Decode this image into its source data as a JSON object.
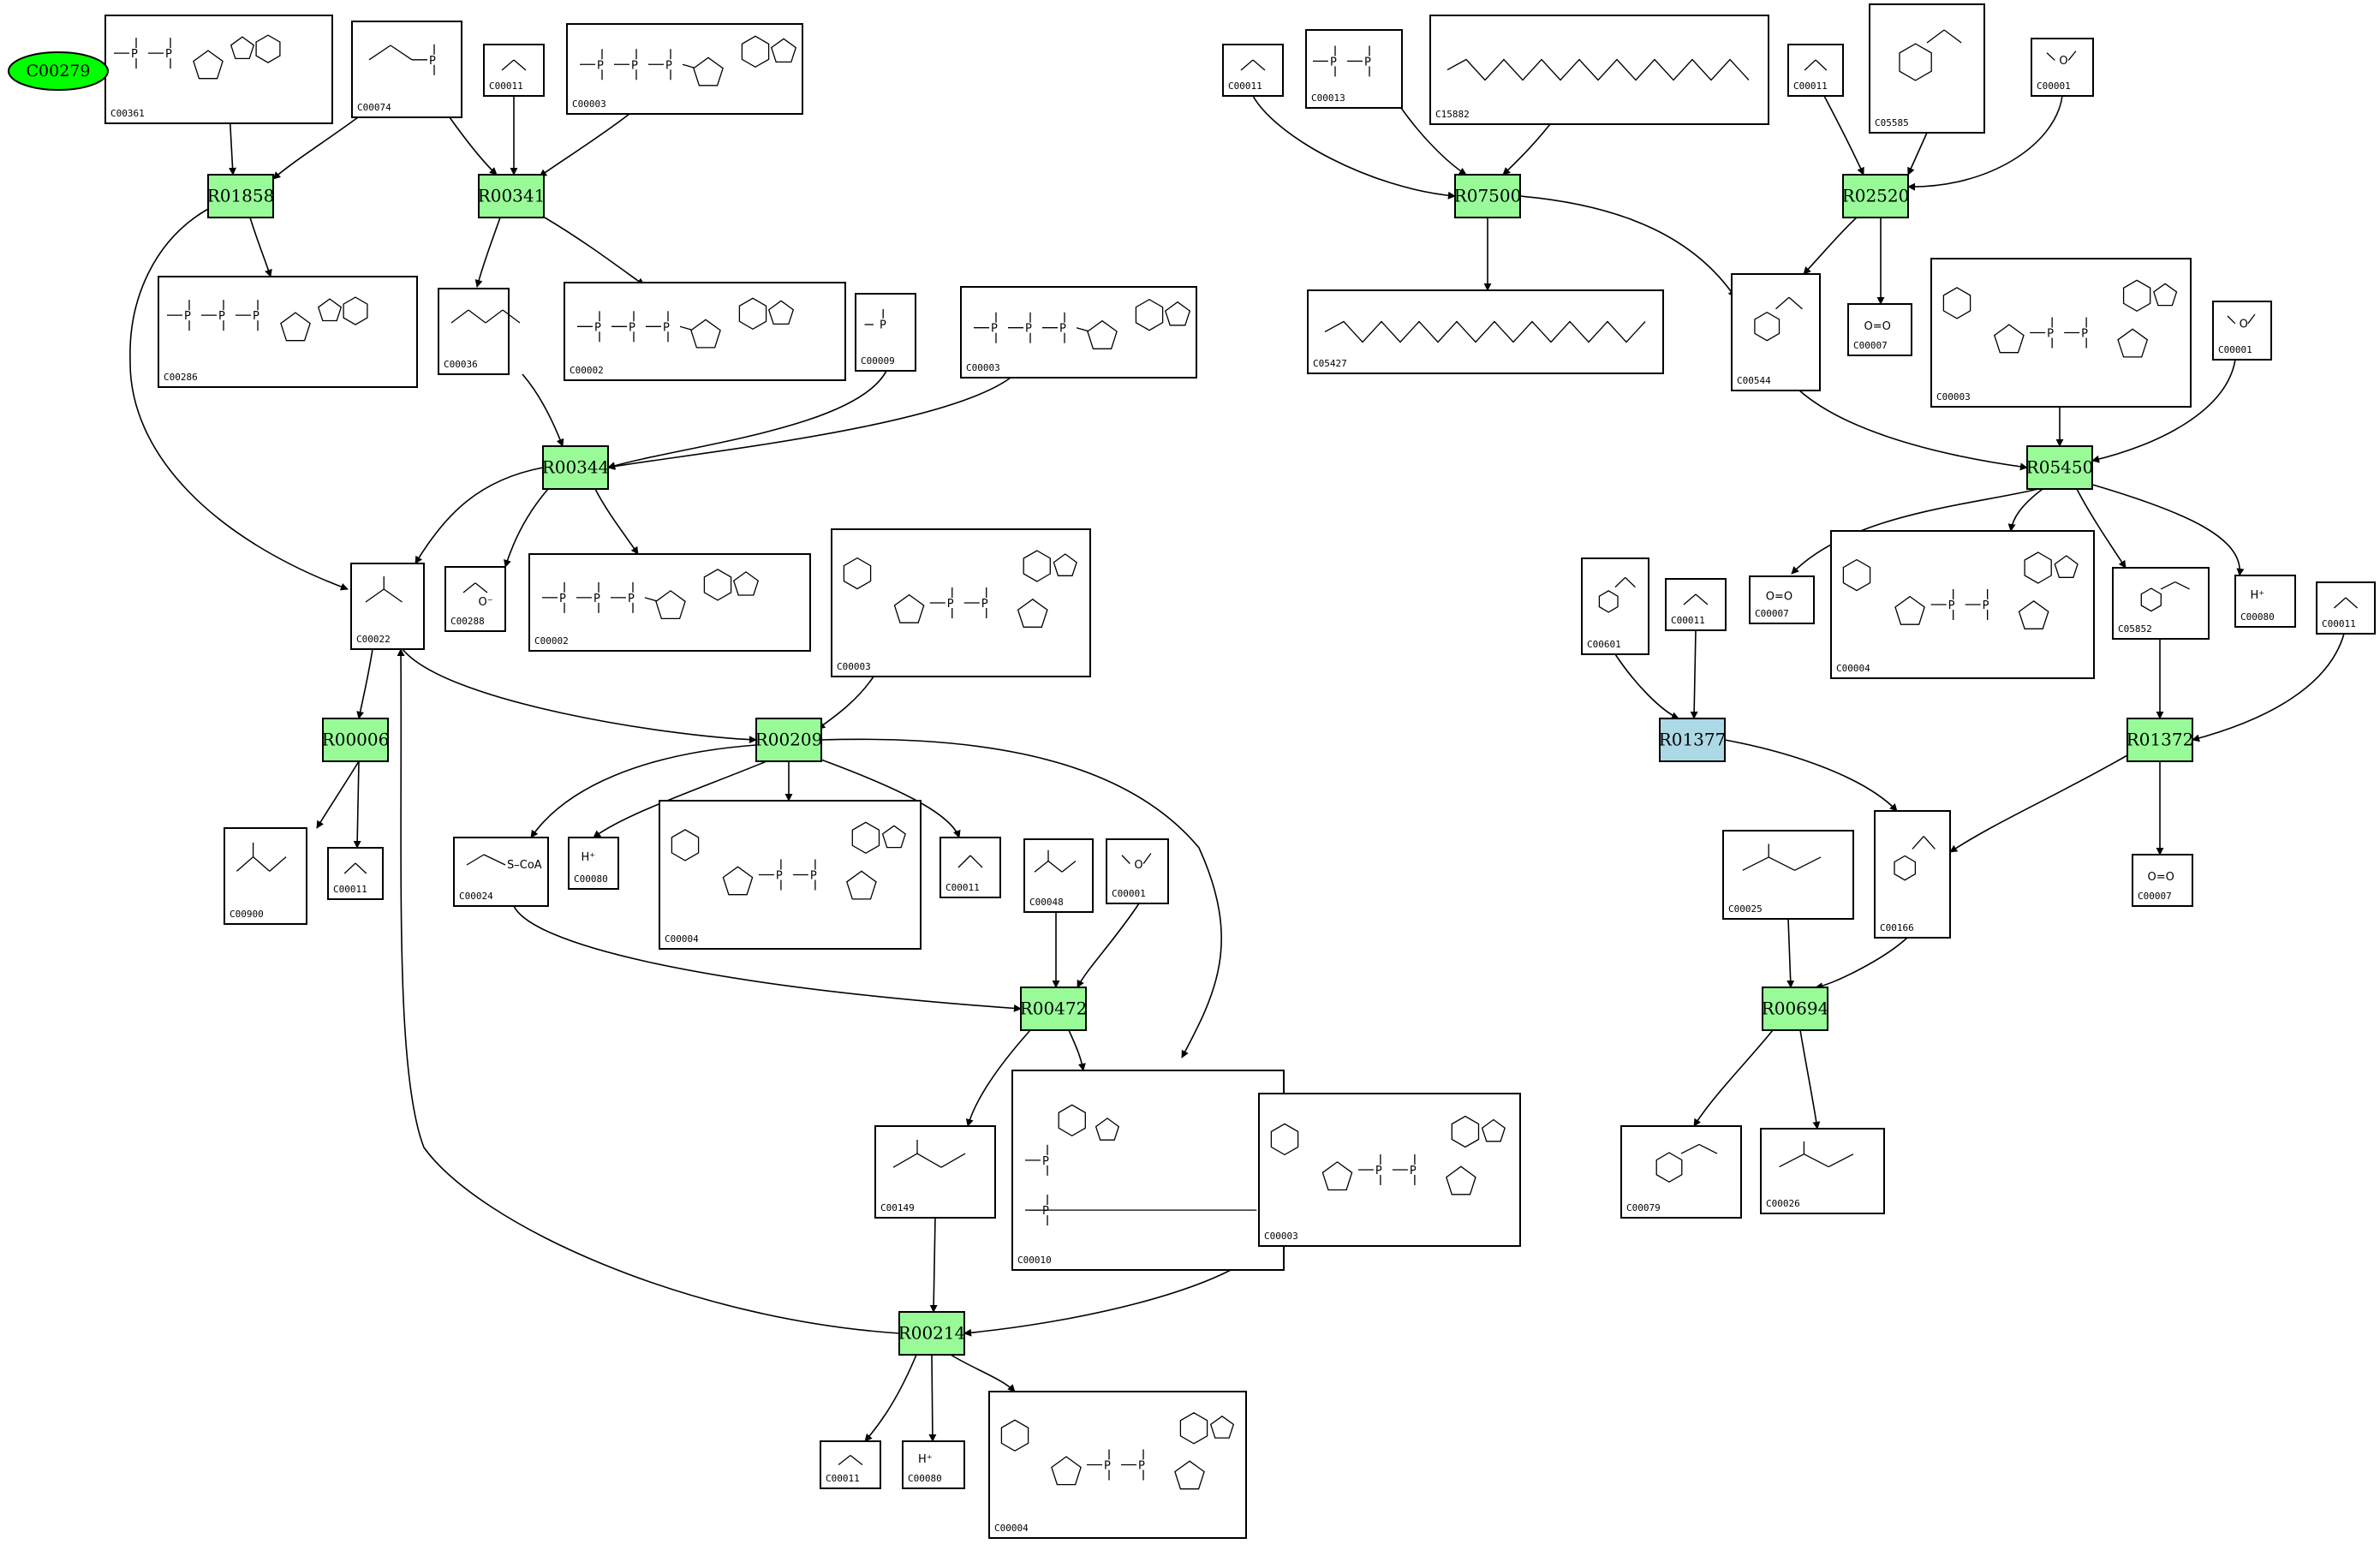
{
  "colors": {
    "reaction_fill": "#98fb98",
    "reaction_fill_alt": "#add8e6",
    "start_fill": "#00ff00",
    "edge": "#000000"
  },
  "start_node": {
    "id": "C00279"
  },
  "reactions": [
    {
      "id": "R01858"
    },
    {
      "id": "R00341"
    },
    {
      "id": "R00344"
    },
    {
      "id": "R00006"
    },
    {
      "id": "R00209"
    },
    {
      "id": "R00472"
    },
    {
      "id": "R00214"
    },
    {
      "id": "R07500"
    },
    {
      "id": "R02520"
    },
    {
      "id": "R05450"
    },
    {
      "id": "R01377"
    },
    {
      "id": "R01372"
    },
    {
      "id": "R00694"
    }
  ],
  "compounds": [
    {
      "id": "C00361",
      "struct": "gdp"
    },
    {
      "id": "C00074",
      "struct": "pep"
    },
    {
      "id": "C00011",
      "struct": "co2"
    },
    {
      "id": "C00003",
      "struct": "atp"
    },
    {
      "id": "C00286",
      "struct": "gtp"
    },
    {
      "id": "C00036",
      "struct": "oaa"
    },
    {
      "id": "C00002",
      "struct": "atp"
    },
    {
      "id": "C00009",
      "struct": "pi"
    },
    {
      "id": "C00003",
      "struct": "atp"
    },
    {
      "id": "C00022",
      "struct": "pyr"
    },
    {
      "id": "C00288",
      "struct": "hco3"
    },
    {
      "id": "C00002",
      "struct": "atp"
    },
    {
      "id": "C00003",
      "struct": "nad"
    },
    {
      "id": "C00900",
      "struct": "small"
    },
    {
      "id": "C00011",
      "struct": "co2"
    },
    {
      "id": "C00024",
      "struct": "acoa"
    },
    {
      "id": "C00080",
      "struct": "h"
    },
    {
      "id": "C00004",
      "struct": "nad"
    },
    {
      "id": "C00011",
      "struct": "co2"
    },
    {
      "id": "C00048",
      "struct": "small"
    },
    {
      "id": "C00001",
      "struct": "water"
    },
    {
      "id": "C00149",
      "struct": "small"
    },
    {
      "id": "C00010",
      "struct": "coa"
    },
    {
      "id": "C00003",
      "struct": "nad"
    },
    {
      "id": "C00011",
      "struct": "co2"
    },
    {
      "id": "C00080",
      "struct": "h"
    },
    {
      "id": "C00004",
      "struct": "nad"
    },
    {
      "id": "C00011",
      "struct": "co2"
    },
    {
      "id": "C00013",
      "struct": "ppi"
    },
    {
      "id": "C15882",
      "struct": "chain"
    },
    {
      "id": "C00011",
      "struct": "co2"
    },
    {
      "id": "C05585",
      "struct": "aryl"
    },
    {
      "id": "C00001",
      "struct": "water"
    },
    {
      "id": "C05427",
      "struct": "chain"
    },
    {
      "id": "C00544",
      "struct": "aryl"
    },
    {
      "id": "C00007",
      "struct": "o2"
    },
    {
      "id": "C00003",
      "struct": "nad"
    },
    {
      "id": "C00001",
      "struct": "water"
    },
    {
      "id": "C00601",
      "struct": "aryl"
    },
    {
      "id": "C00011",
      "struct": "co2"
    },
    {
      "id": "C00007",
      "struct": "o2"
    },
    {
      "id": "C00004",
      "struct": "nad"
    },
    {
      "id": "C05852",
      "struct": "aryl"
    },
    {
      "id": "C00080",
      "struct": "h"
    },
    {
      "id": "C00011",
      "struct": "co2"
    },
    {
      "id": "C00166",
      "struct": "aryl"
    },
    {
      "id": "C00025",
      "struct": "small"
    },
    {
      "id": "C00007",
      "struct": "o2"
    },
    {
      "id": "C00079",
      "struct": "aryl"
    },
    {
      "id": "C00026",
      "struct": "small"
    }
  ]
}
